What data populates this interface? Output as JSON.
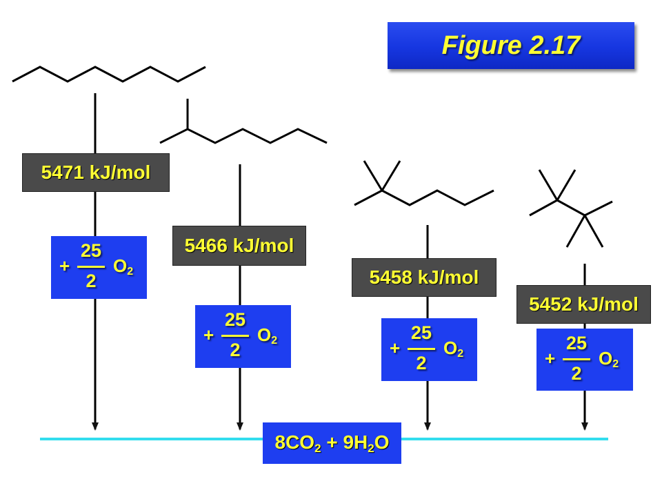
{
  "figure_title": "Figure 2.17",
  "energies": [
    "5471 kJ/mol",
    "5466 kJ/mol",
    "5458 kJ/mol",
    "5452 kJ/mol"
  ],
  "oxygen_term": {
    "plus": "+",
    "numerator": "25",
    "denominator": "2",
    "molecule": "O",
    "subscript": "2"
  },
  "product": {
    "co2_coefficient": "8CO",
    "co2_subscript": "2",
    "joiner": " + 9H",
    "h2o_subscript": "2",
    "h2o_tail": "O"
  },
  "colors": {
    "box_blue": "#1e3ef0",
    "label_gray": "#4a4a4a",
    "text_yellow": "#ffff33",
    "baseline_cyan": "#33ddee"
  }
}
